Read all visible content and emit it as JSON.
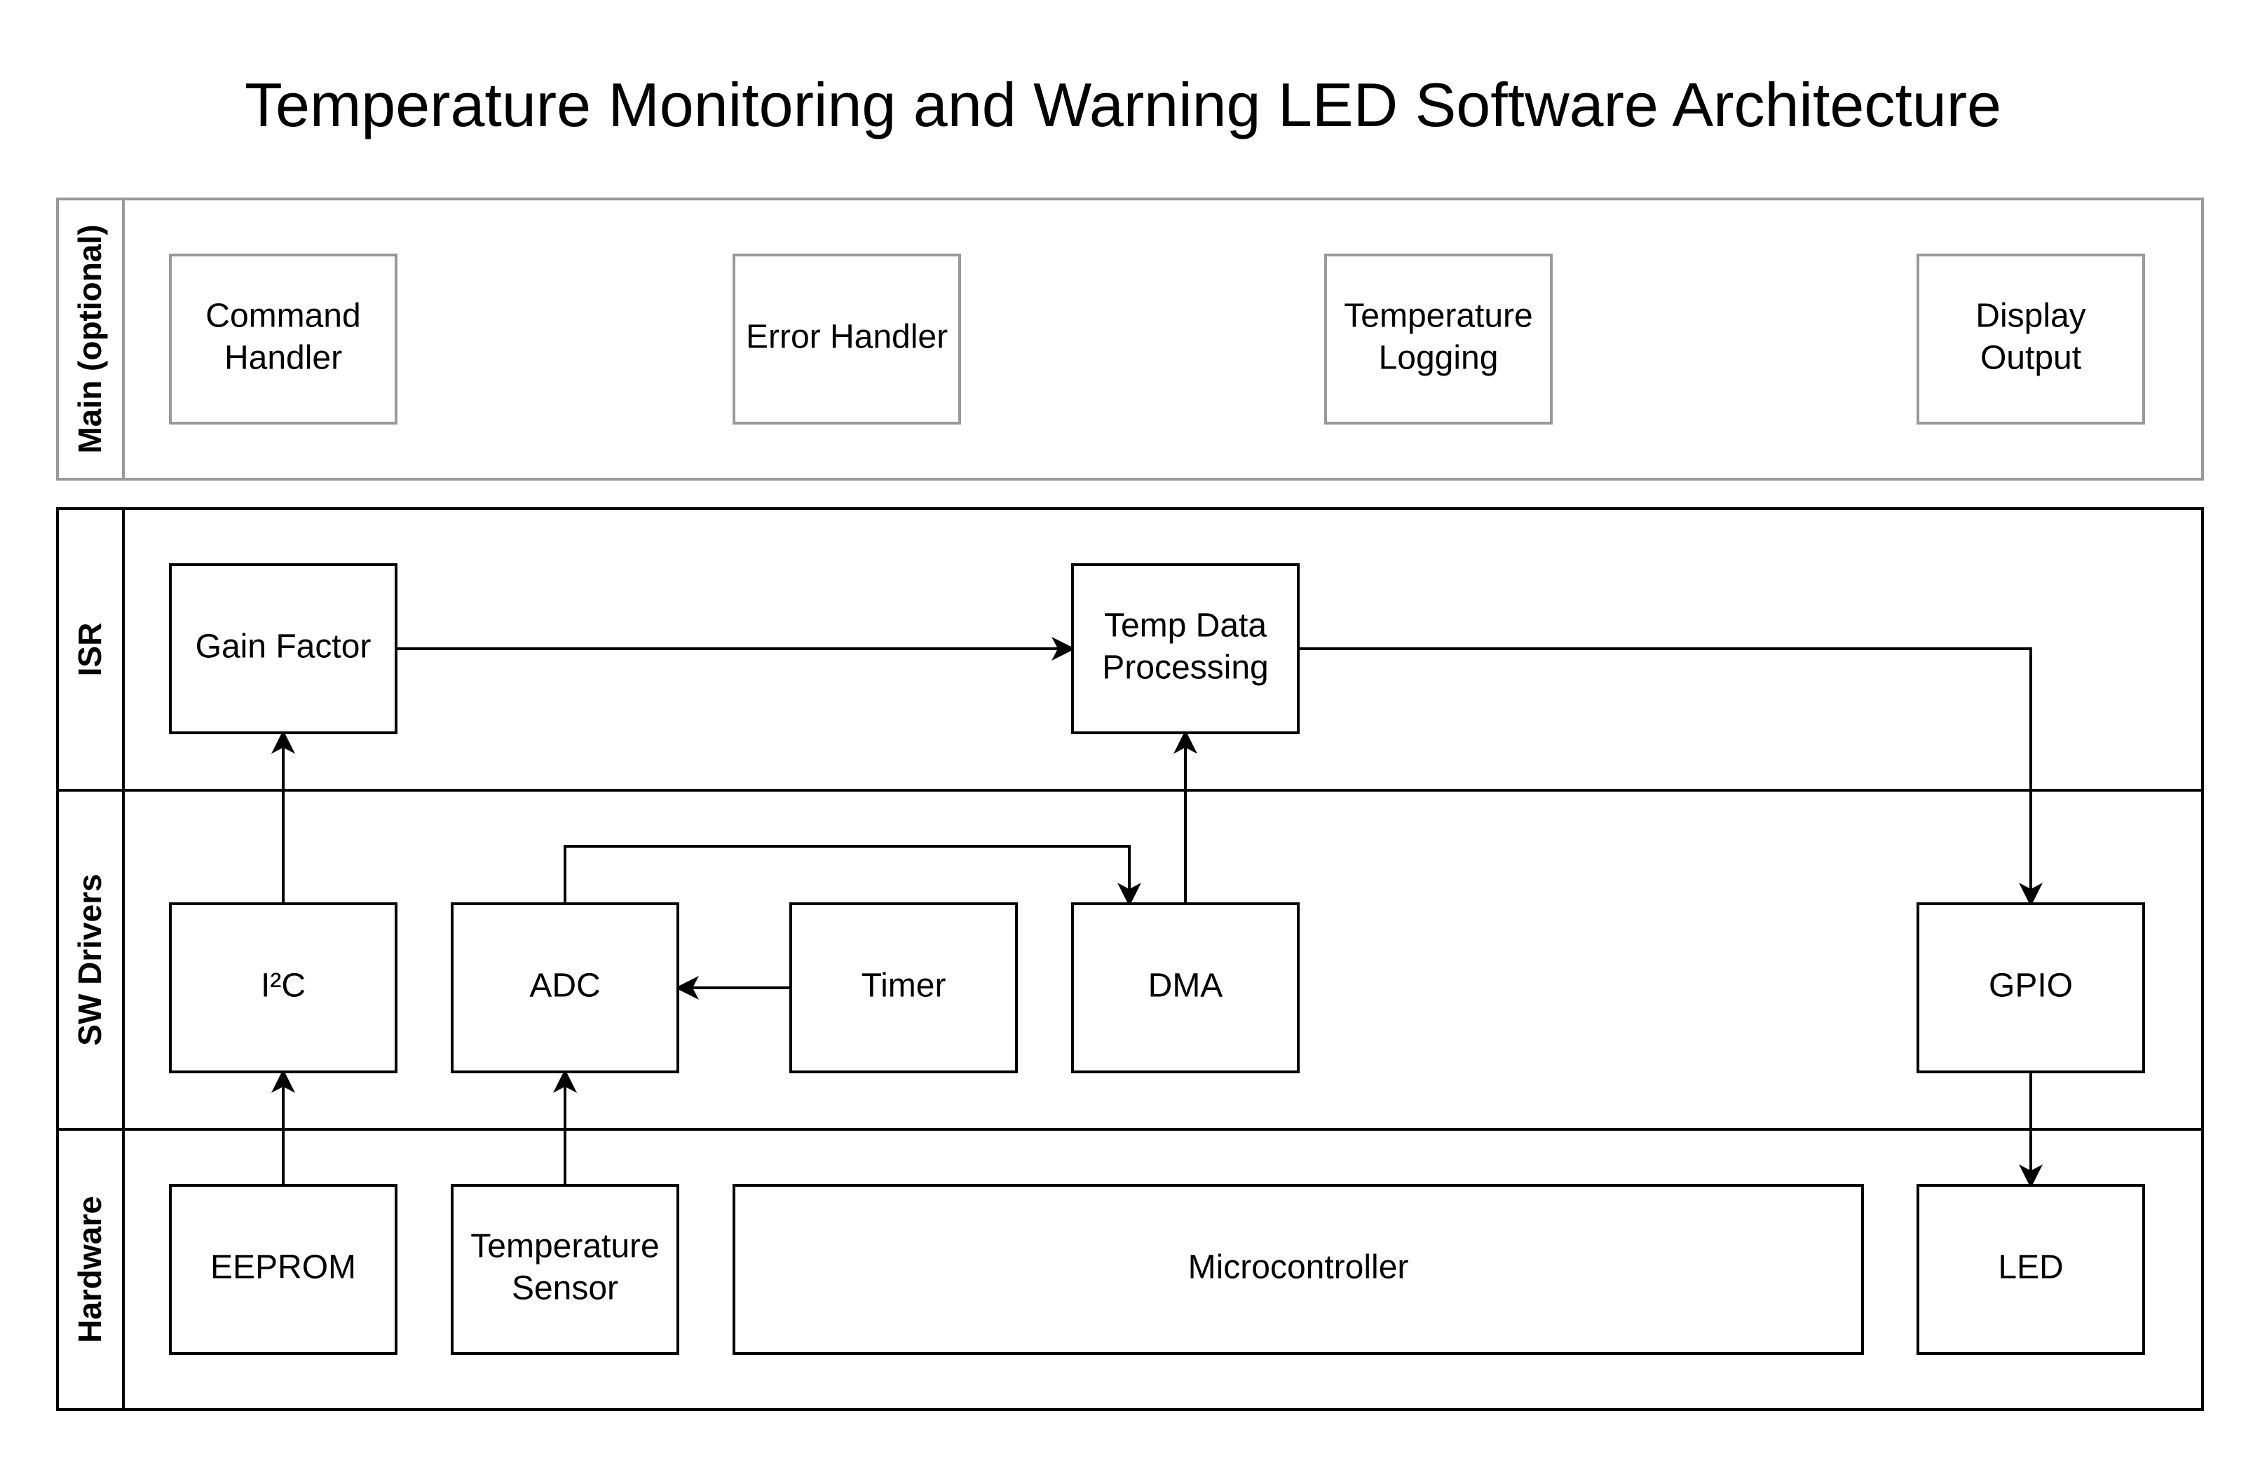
{
  "title": "Temperature Monitoring and Warning LED Software Architecture",
  "lanes": {
    "main": "Main (optional)",
    "isr": "ISR",
    "sw_drivers": "SW Drivers",
    "hardware": "Hardware"
  },
  "nodes": {
    "command_handler": [
      "Command",
      "Handler"
    ],
    "error_handler": [
      "Error Handler"
    ],
    "temperature_logging": [
      "Temperature",
      "Logging"
    ],
    "display_output": [
      "Display",
      "Output"
    ],
    "gain_factor": [
      "Gain Factor"
    ],
    "temp_data_processing": [
      "Temp Data",
      "Processing"
    ],
    "i2c": [
      "I²C"
    ],
    "adc": [
      "ADC"
    ],
    "timer": [
      "Timer"
    ],
    "dma": [
      "DMA"
    ],
    "gpio": [
      "GPIO"
    ],
    "eeprom": [
      "EEPROM"
    ],
    "temperature_sensor": [
      "Temperature",
      "Sensor"
    ],
    "microcontroller": [
      "Microcontroller"
    ],
    "led": [
      "LED"
    ]
  },
  "edges": [
    {
      "from": "eeprom",
      "to": "i2c"
    },
    {
      "from": "i2c",
      "to": "gain_factor"
    },
    {
      "from": "gain_factor",
      "to": "temp_data_processing"
    },
    {
      "from": "temperature_sensor",
      "to": "adc"
    },
    {
      "from": "timer",
      "to": "adc"
    },
    {
      "from": "adc",
      "to": "dma"
    },
    {
      "from": "dma",
      "to": "temp_data_processing"
    },
    {
      "from": "temp_data_processing",
      "to": "gpio"
    },
    {
      "from": "gpio",
      "to": "led"
    }
  ],
  "colors": {
    "main_group_stroke": "#999999",
    "main_box_stroke": "#999999",
    "stroke": "#000000",
    "text": "#000000",
    "background": "#ffffff"
  }
}
